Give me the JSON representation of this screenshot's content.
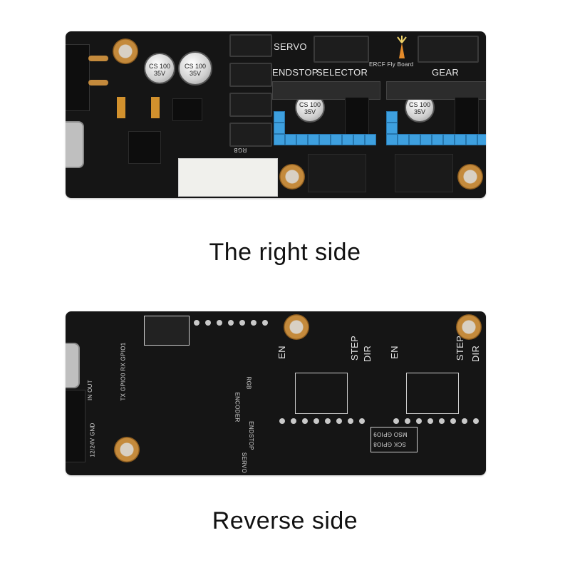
{
  "top_board": {
    "labels": {
      "servo": "SERVO",
      "endstop": "ENDSTOP",
      "selector": "SELECTOR",
      "gear": "GEAR",
      "brand": "ERCF Fly Board",
      "rgb": "RGB"
    },
    "capacitors": [
      {
        "text": "CS 100 35V"
      },
      {
        "text": "CS 100 35V"
      },
      {
        "text": "CS 100 35V"
      },
      {
        "text": "CS 100 35V"
      }
    ],
    "colors": {
      "pcb": "#151515",
      "header_blue": "#3ea0df",
      "pad_gold": "#c48a3c"
    }
  },
  "bottom_board": {
    "labels": {
      "en_left": "EN",
      "step_left": "STEP",
      "dir_left": "DIR",
      "en_right": "EN",
      "step_right": "STEP",
      "dir_right": "DIR",
      "encoder": "ENCODER",
      "endstop": "ENDSTOP",
      "servo": "SERVO",
      "rgb": "RGB",
      "power": "12/24V GND",
      "io": "TX GPIO0 RX GPIO1",
      "in_out": "IN OUT",
      "msos": "MSO GPIO9",
      "sck": "SCK GPIO8"
    }
  },
  "captions": {
    "top": "The right side",
    "bottom": "Reverse side"
  }
}
